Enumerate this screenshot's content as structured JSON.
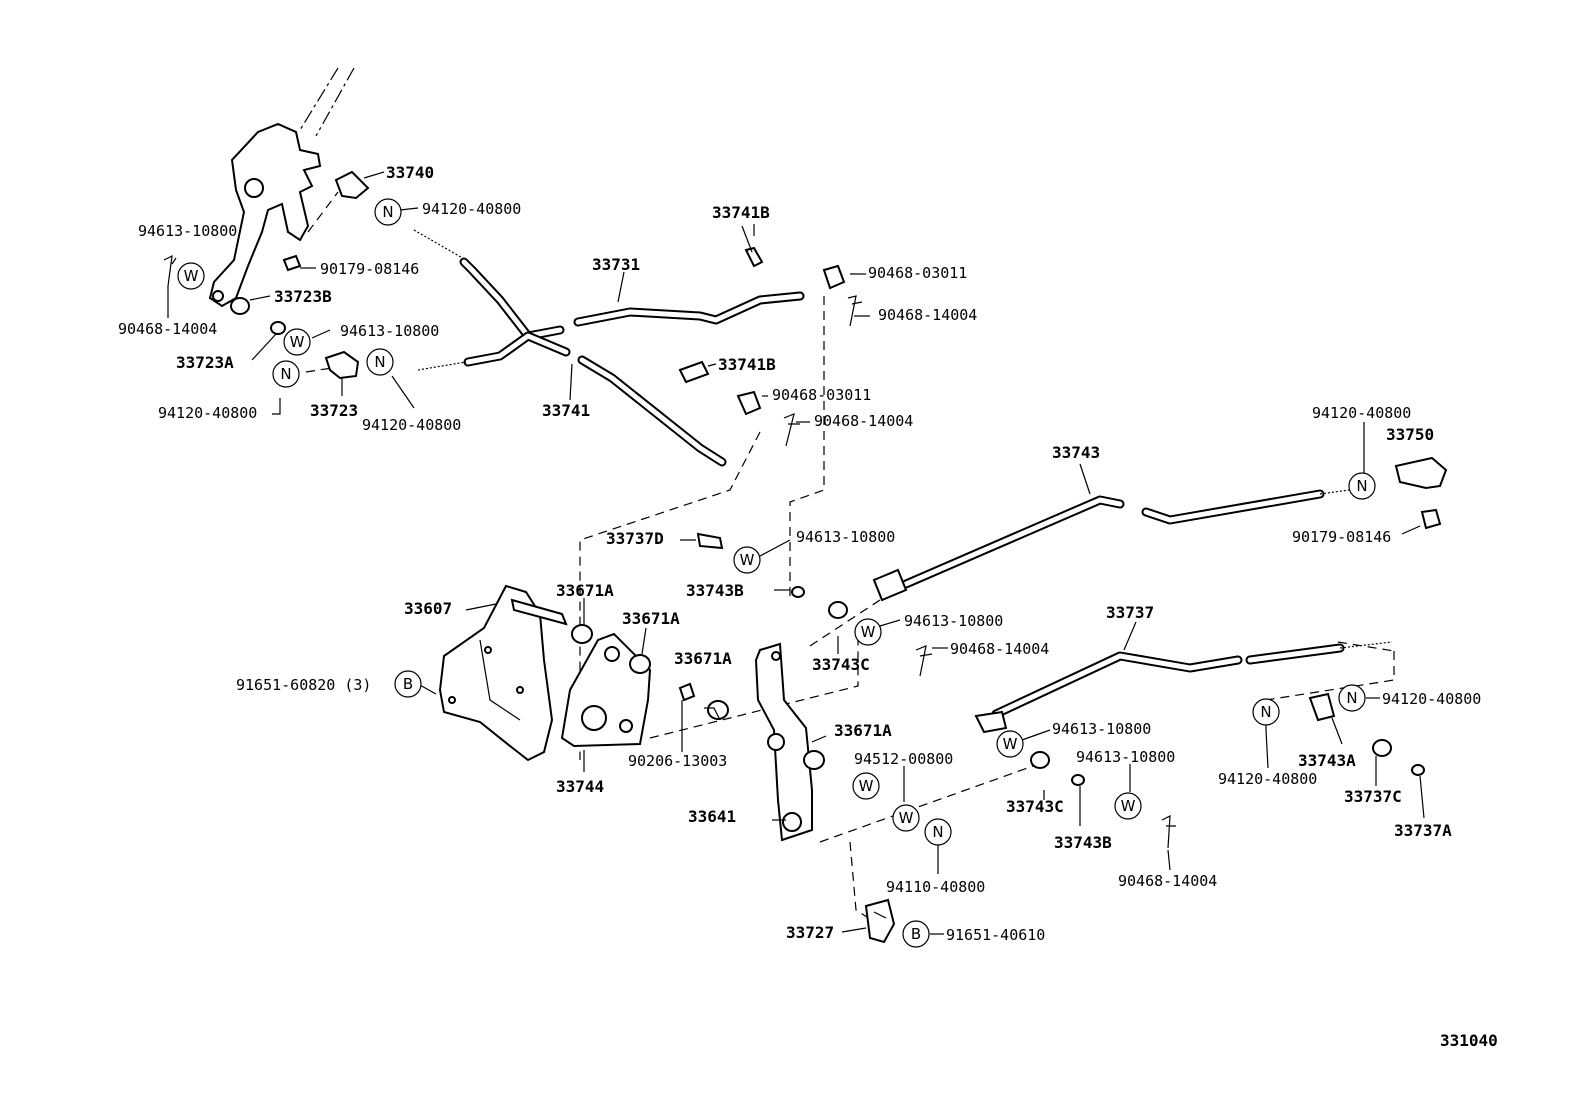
{
  "labels": {
    "p33740": "33740",
    "p94120_40800_a": "94120-40800",
    "p94613_10800_a": "94613-10800",
    "p90179_08146_a": "90179-08146",
    "p33723B": "33723B",
    "p90468_14004_a": "90468-14004",
    "p33723A": "33723A",
    "p94613_10800_b": "94613-10800",
    "p94120_40800_b": "94120-40800",
    "p33723": "33723",
    "p94120_40800_c": "94120-40800",
    "p33741B_a": "33741B",
    "p33731": "33731",
    "p90468_03011_a": "90468-03011",
    "p90468_14004_b": "90468-14004",
    "p33741B_b": "33741B",
    "p33741": "33741",
    "p90468_03011_b": "90468-03011",
    "p90468_14004_c": "90468-14004",
    "p33743": "33743",
    "p94120_40800_d": "94120-40800",
    "p33750": "33750",
    "p90179_08146_b": "90179-08146",
    "p33737D": "33737D",
    "p94613_10800_c": "94613-10800",
    "p33607": "33607",
    "p33671A_a": "33671A",
    "p33671A_b": "33671A",
    "p33743B_a": "33743B",
    "p94613_10800_d": "94613-10800",
    "p90468_14004_d": "90468-14004",
    "p33743C_a": "33743C",
    "p33737": "33737",
    "p91651_60820": "91651-60820 (3)",
    "p33671A_c": "33671A",
    "p90206_13003": "90206-13003",
    "p33744": "33744",
    "p33671A_d": "33671A",
    "p94613_10800_e": "94613-10800",
    "p94512_00800": "94512-00800",
    "p94613_10800_f": "94613-10800",
    "p33743C_b": "33743C",
    "p33743B_b": "33743B",
    "p94120_40800_e": "94120-40800",
    "p94120_40800_f": "94120-40800",
    "p33743A": "33743A",
    "p33737C": "33737C",
    "p33737A": "33737A",
    "p33641": "33641",
    "p94110_40800": "94110-40800",
    "p90468_14004_e": "90468-14004",
    "p33727": "33727",
    "p91651_40610": "91651-40610",
    "figure_code": "331040"
  },
  "symbols": {
    "washer": "W",
    "nut": "N",
    "bolt": "B"
  }
}
